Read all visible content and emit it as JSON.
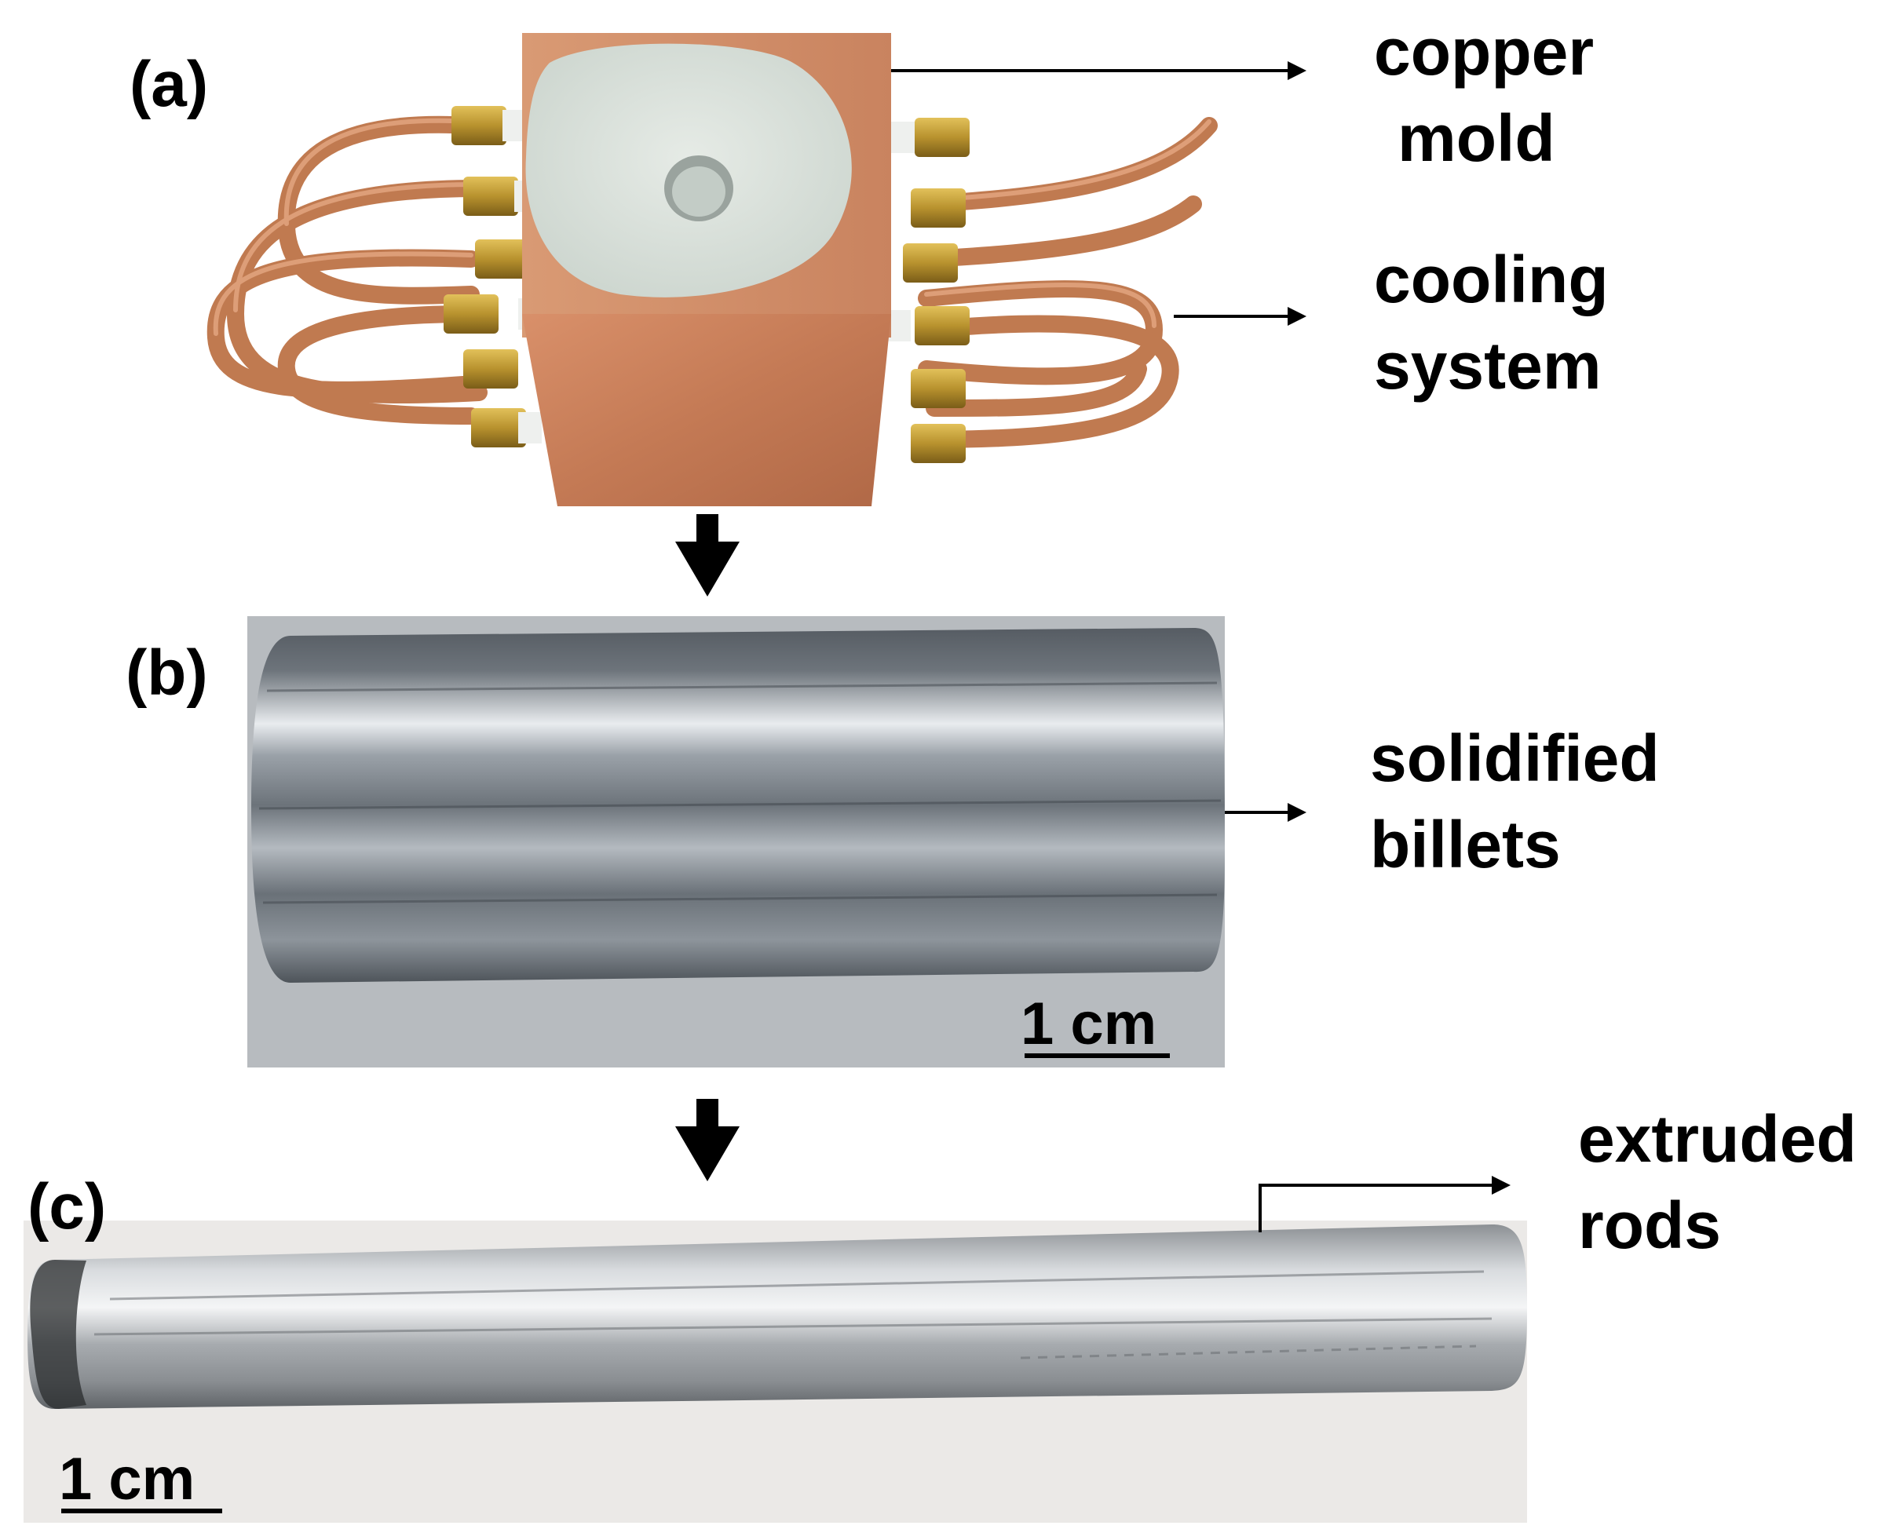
{
  "panels": {
    "a": {
      "label": "(a)",
      "callouts": [
        {
          "line1": "copper",
          "line2": "mold"
        },
        {
          "line1": "cooling",
          "line2": "system"
        }
      ]
    },
    "b": {
      "label": "(b)",
      "callout": {
        "line1": "solidified",
        "line2": "billets"
      },
      "scalebar": "1 cm"
    },
    "c": {
      "label": "(c)",
      "callout": {
        "line1": "extruded",
        "line2": "rods"
      },
      "scalebar": "1 cm"
    }
  },
  "colors": {
    "copper": "#c8825e",
    "brass": "#b8922e",
    "steel": "#7e858c",
    "aluminum": "#b9bcbf",
    "arrow": "#000000"
  }
}
